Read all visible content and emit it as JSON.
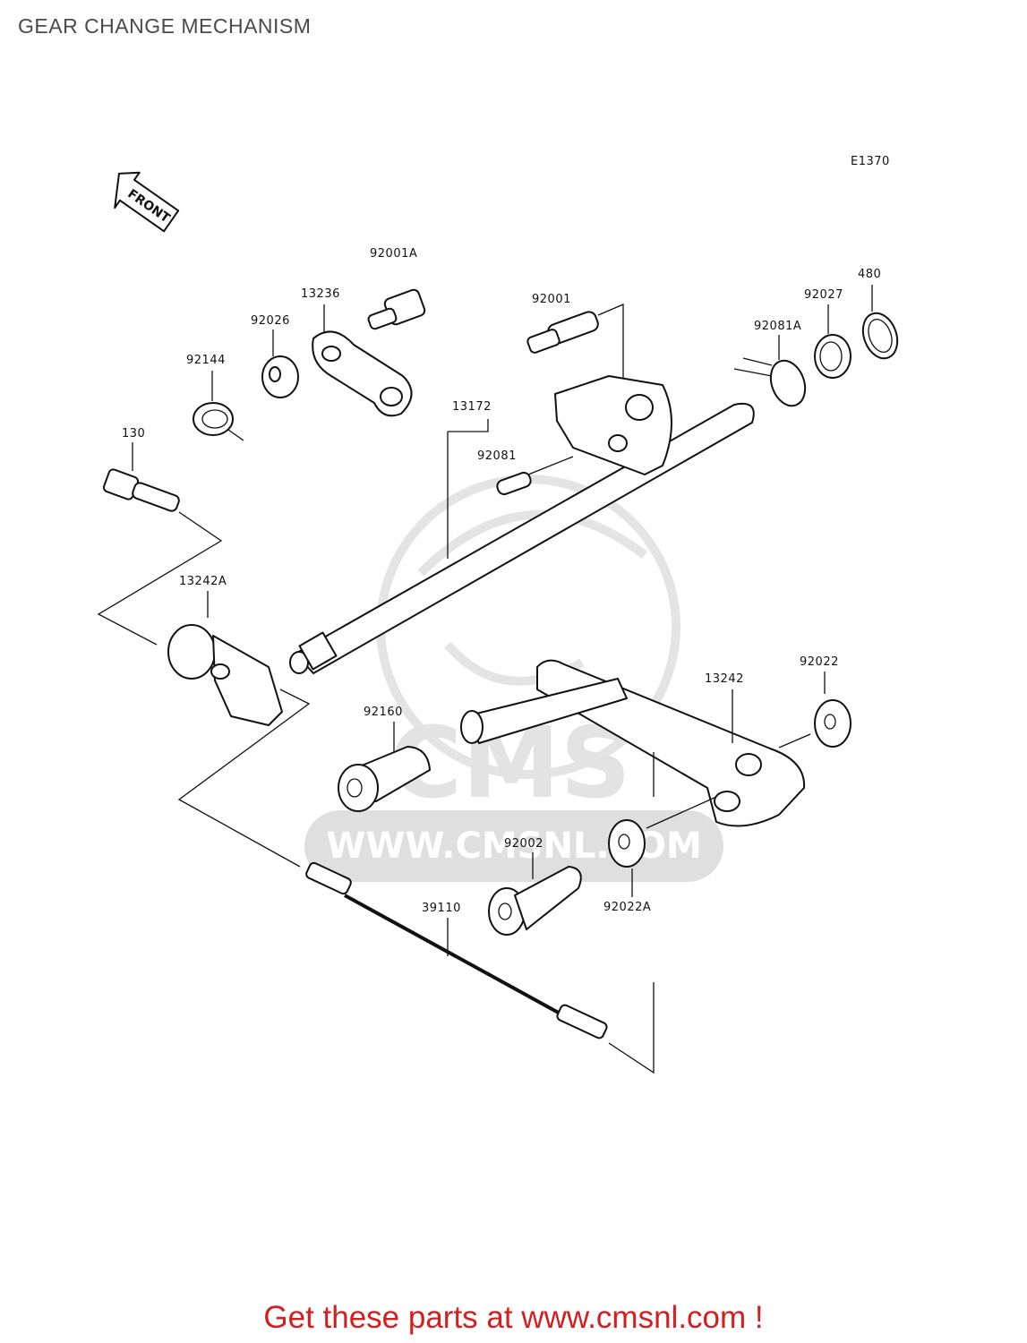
{
  "page": {
    "title": "GEAR CHANGE MECHANISM"
  },
  "diagram": {
    "code": "E1370",
    "front_indicator": "FRONT",
    "watermark": {
      "brand": "CMS",
      "site": "WWW.CMSNL.COM"
    },
    "labels": {
      "p92001A": "92001A",
      "p13236": "13236",
      "p92026": "92026",
      "p92144": "92144",
      "p130": "130",
      "p92001": "92001",
      "p13172": "13172",
      "p92081": "92081",
      "p480": "480",
      "p92027": "92027",
      "p92081A": "92081A",
      "p13242A": "13242A",
      "p13242": "13242",
      "p92022": "92022",
      "p92160": "92160",
      "p92002": "92002",
      "p92022A": "92022A",
      "p39110": "39110"
    }
  },
  "footer": {
    "cta": "Get these parts at www.cmsnl.com !",
    "color": "#d21f1f"
  }
}
